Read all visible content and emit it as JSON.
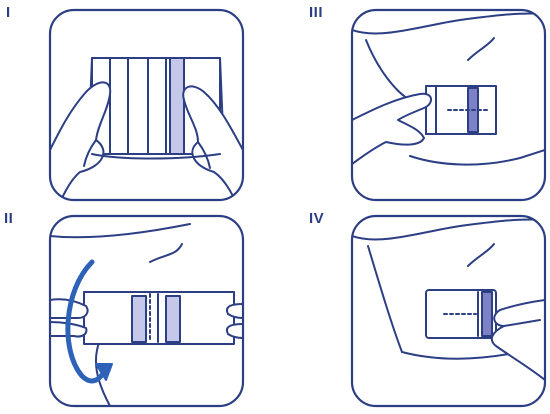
{
  "steps": [
    {
      "label": "I"
    },
    {
      "label": "II"
    },
    {
      "label": "III"
    },
    {
      "label": "IV"
    }
  ],
  "colors": {
    "outline": "#2d3f84",
    "accent_fill": "#c5c8e8",
    "accent_dark": "#7d82c6",
    "arrow": "#2d62b8"
  }
}
